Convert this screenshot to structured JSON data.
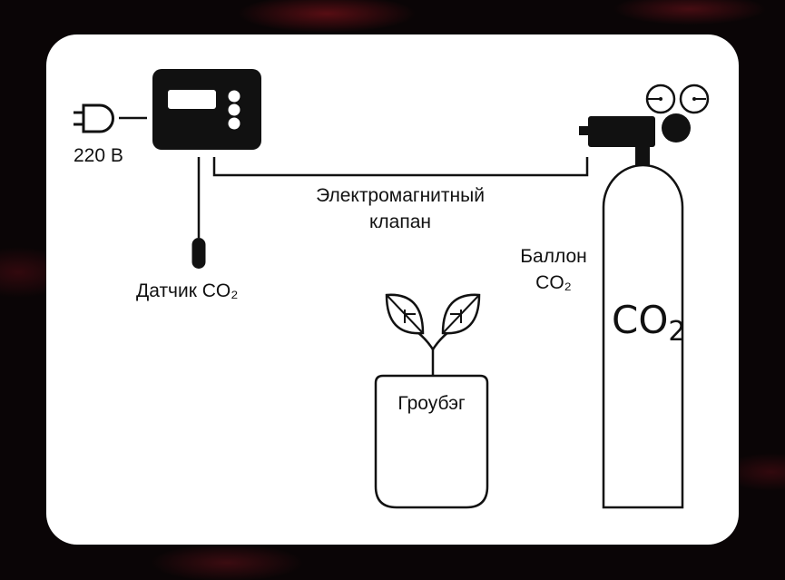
{
  "labels": {
    "voltage": "220 В",
    "solenoid_line1": "Электромагнитный",
    "solenoid_line2": "клапан",
    "sensor": "Датчик CO₂",
    "cylinder_line1": "Баллон",
    "cylinder_line2": "CO₂",
    "growbag": "Гроубэг",
    "cylinder_mark": "CO",
    "cylinder_mark_sub": "2"
  },
  "colors": {
    "background": "#0a0506",
    "card": "#ffffff",
    "ink": "#111111"
  },
  "icons": [
    "power-plug-icon",
    "controller-icon",
    "sensor-probe-icon",
    "plant-leaves-icon",
    "co2-cylinder-icon",
    "pressure-gauge-icon"
  ]
}
